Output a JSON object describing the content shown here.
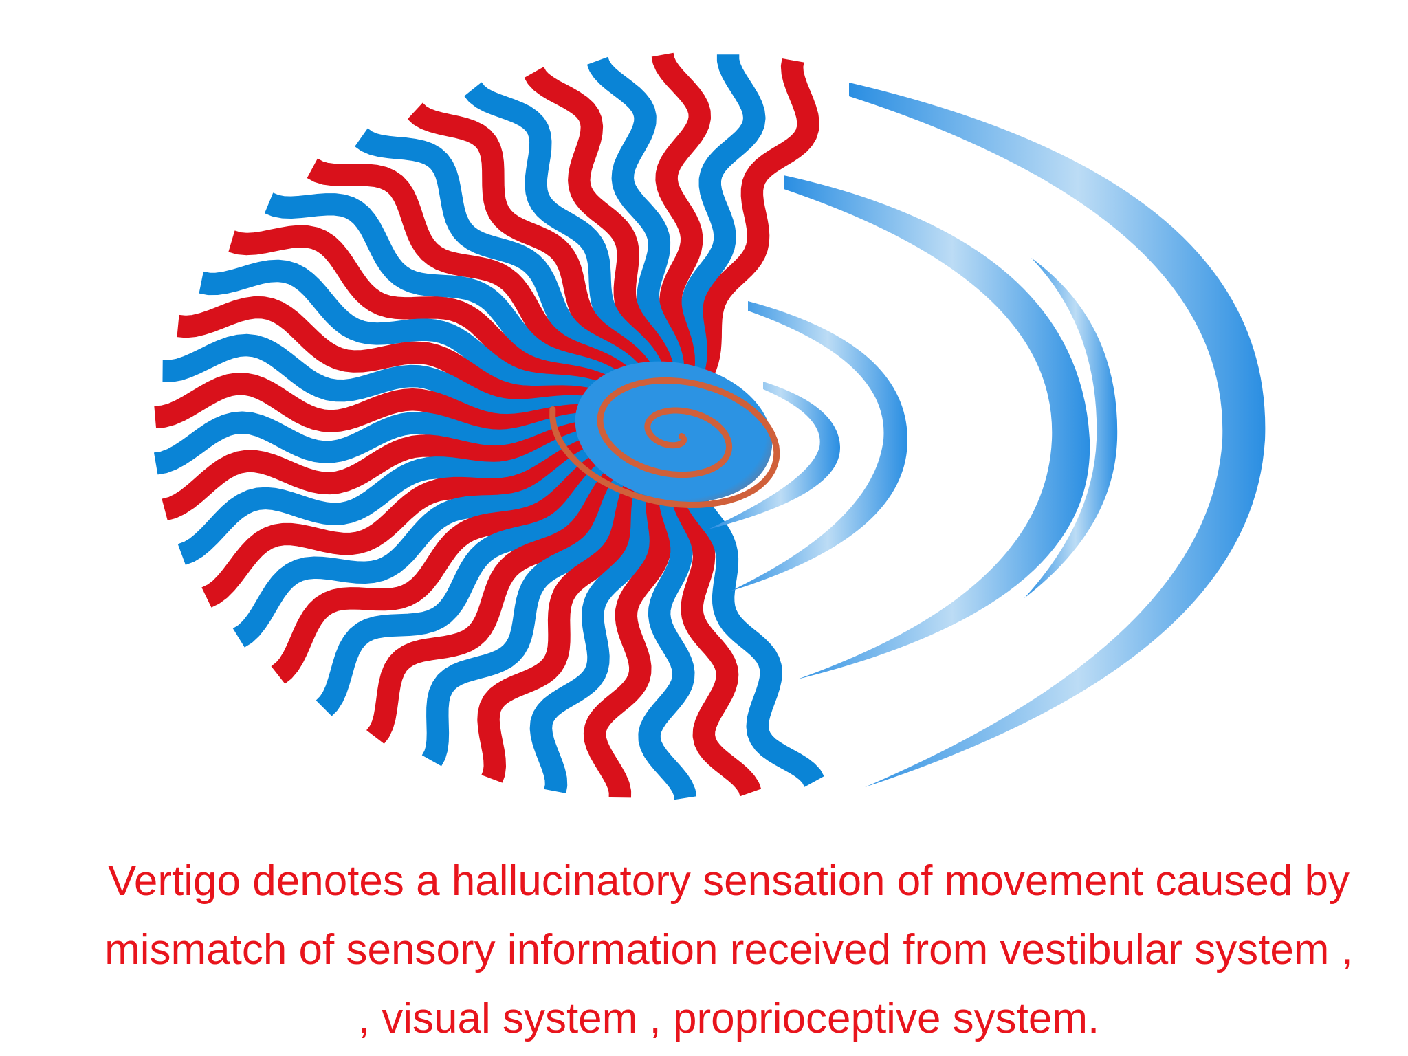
{
  "slide": {
    "caption_lines": [
      "Vertigo denotes a hallucinatory sensation of movement caused by",
      "mismatch of sensory information received from vestibular system ,",
      ", visual system ,  proprioceptive system."
    ]
  },
  "illustration": {
    "icon": "vertigo-spiral-icon",
    "wavy_stripe_colors": [
      "#d9111b",
      "#0a84d6"
    ],
    "swirl_color": "#2a8ee2",
    "swirl_fade_color": "#bcdcf5",
    "center_disc_color": "#2c93e3",
    "center_spiral_color": "#d0603a"
  },
  "colors": {
    "caption_text": "#e8141c",
    "background": "#ffffff"
  }
}
